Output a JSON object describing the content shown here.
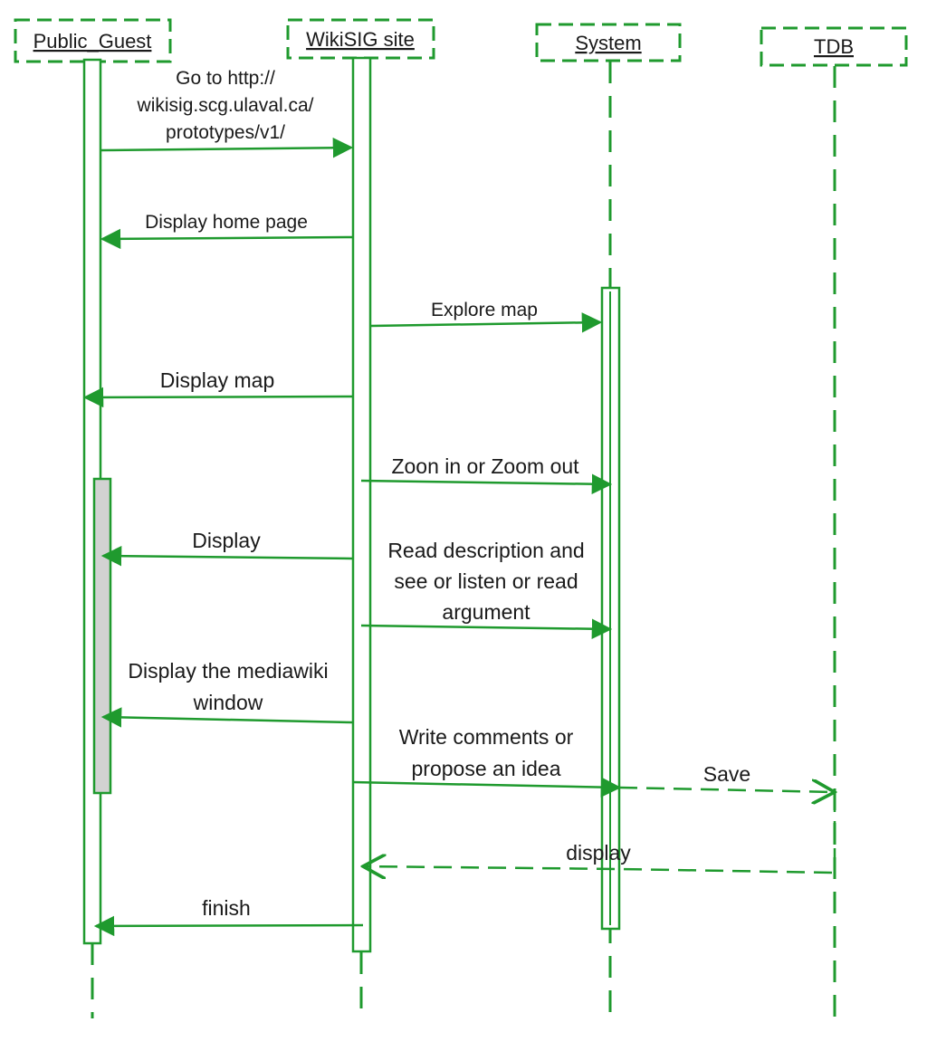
{
  "colors": {
    "line": "#1f9a2e",
    "activation_fill": "#d2d2d2",
    "text": "#1a1a1a"
  },
  "actors": [
    {
      "id": "public_guest",
      "label": "Public_Guest"
    },
    {
      "id": "wikisig_site",
      "label": "WikiSIG site"
    },
    {
      "id": "system",
      "label": "System"
    },
    {
      "id": "tdb",
      "label": "TDB"
    }
  ],
  "messages": [
    {
      "id": "m1",
      "lines": [
        "Go to http://",
        "wikisig.scg.ulaval.ca/",
        "prototypes/v1/"
      ],
      "from": "public_guest",
      "to": "wikisig_site",
      "kind": "sync"
    },
    {
      "id": "m2",
      "lines": [
        "Display home page"
      ],
      "from": "wikisig_site",
      "to": "public_guest",
      "kind": "sync"
    },
    {
      "id": "m3",
      "lines": [
        "Explore map"
      ],
      "from": "wikisig_site",
      "to": "system",
      "kind": "sync"
    },
    {
      "id": "m4",
      "lines": [
        "Display map"
      ],
      "from": "wikisig_site",
      "to": "public_guest",
      "kind": "sync"
    },
    {
      "id": "m5",
      "lines": [
        "Zoon in or Zoom out"
      ],
      "from": "wikisig_site",
      "to": "system",
      "kind": "sync"
    },
    {
      "id": "m6",
      "lines": [
        "Display"
      ],
      "from": "wikisig_site",
      "to": "public_guest",
      "kind": "sync"
    },
    {
      "id": "m7",
      "lines": [
        "Read description and",
        "see or listen or read",
        "argument"
      ],
      "from": "wikisig_site",
      "to": "system",
      "kind": "sync"
    },
    {
      "id": "m8",
      "lines": [
        "Display the mediawiki",
        "window"
      ],
      "from": "wikisig_site",
      "to": "public_guest",
      "kind": "sync"
    },
    {
      "id": "m9",
      "lines": [
        "Write comments or",
        "propose an idea"
      ],
      "from": "wikisig_site",
      "to": "system",
      "kind": "sync"
    },
    {
      "id": "m10",
      "lines": [
        "Save"
      ],
      "from": "system",
      "to": "tdb",
      "kind": "async"
    },
    {
      "id": "m11",
      "lines": [
        "display"
      ],
      "from": "tdb",
      "to": "wikisig_site",
      "kind": "return"
    },
    {
      "id": "m12",
      "lines": [
        "finish"
      ],
      "from": "wikisig_site",
      "to": "public_guest",
      "kind": "sync"
    }
  ]
}
